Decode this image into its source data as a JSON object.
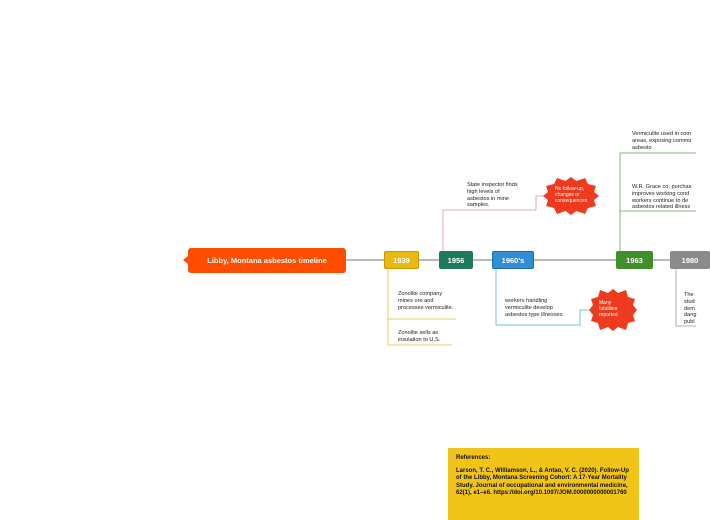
{
  "title": "Libby, Montana asbestos timeline",
  "years": {
    "y1939": "1939",
    "y1956": "1956",
    "y1960s": "1960's",
    "y1963": "1963",
    "y1980": "1980"
  },
  "notes": {
    "zonolite_mines": "Zonolite company mines ore and processes vermiculite.",
    "zonolite_sells": "Zonolite sells as insulation to U.S.",
    "inspector": "State inspector finds high levels of asbestos in mine samples.",
    "no_followup": "No follow-up, changes or consequences",
    "workers_handling": "workers handling vermiculite develop asbestos type illnesses",
    "fatalities": "Many fatalities reported",
    "vermiculite_used": "Vermiculite used in com areas, exposing commu asbesto",
    "grace": "W.R. Grace co. purchas improves working cond workers continue to de asbestos related illness",
    "the_study": "The stud dem dang publ"
  },
  "references": {
    "heading": "References:",
    "citation": "Larson, T. C., Williamson, L., & Antao, V. C. (2020). Follow-Up of the Libby, Montana Screening Cohort: A 17-Year Mortality Study. Journal of occupational and environmental medicine, 62(1), e1–e6. https://doi.org/10.1097/JOM.0000000000001760"
  },
  "colors": {
    "title": "#ff4d00",
    "y1939": "#e8b90f",
    "y1956": "#1f7a5c",
    "y1960s": "#2f8ed6",
    "y1963": "#3f8f2a",
    "y1980": "#8a8a8a",
    "star": "#f03a1e",
    "reference": "#f0c419"
  }
}
